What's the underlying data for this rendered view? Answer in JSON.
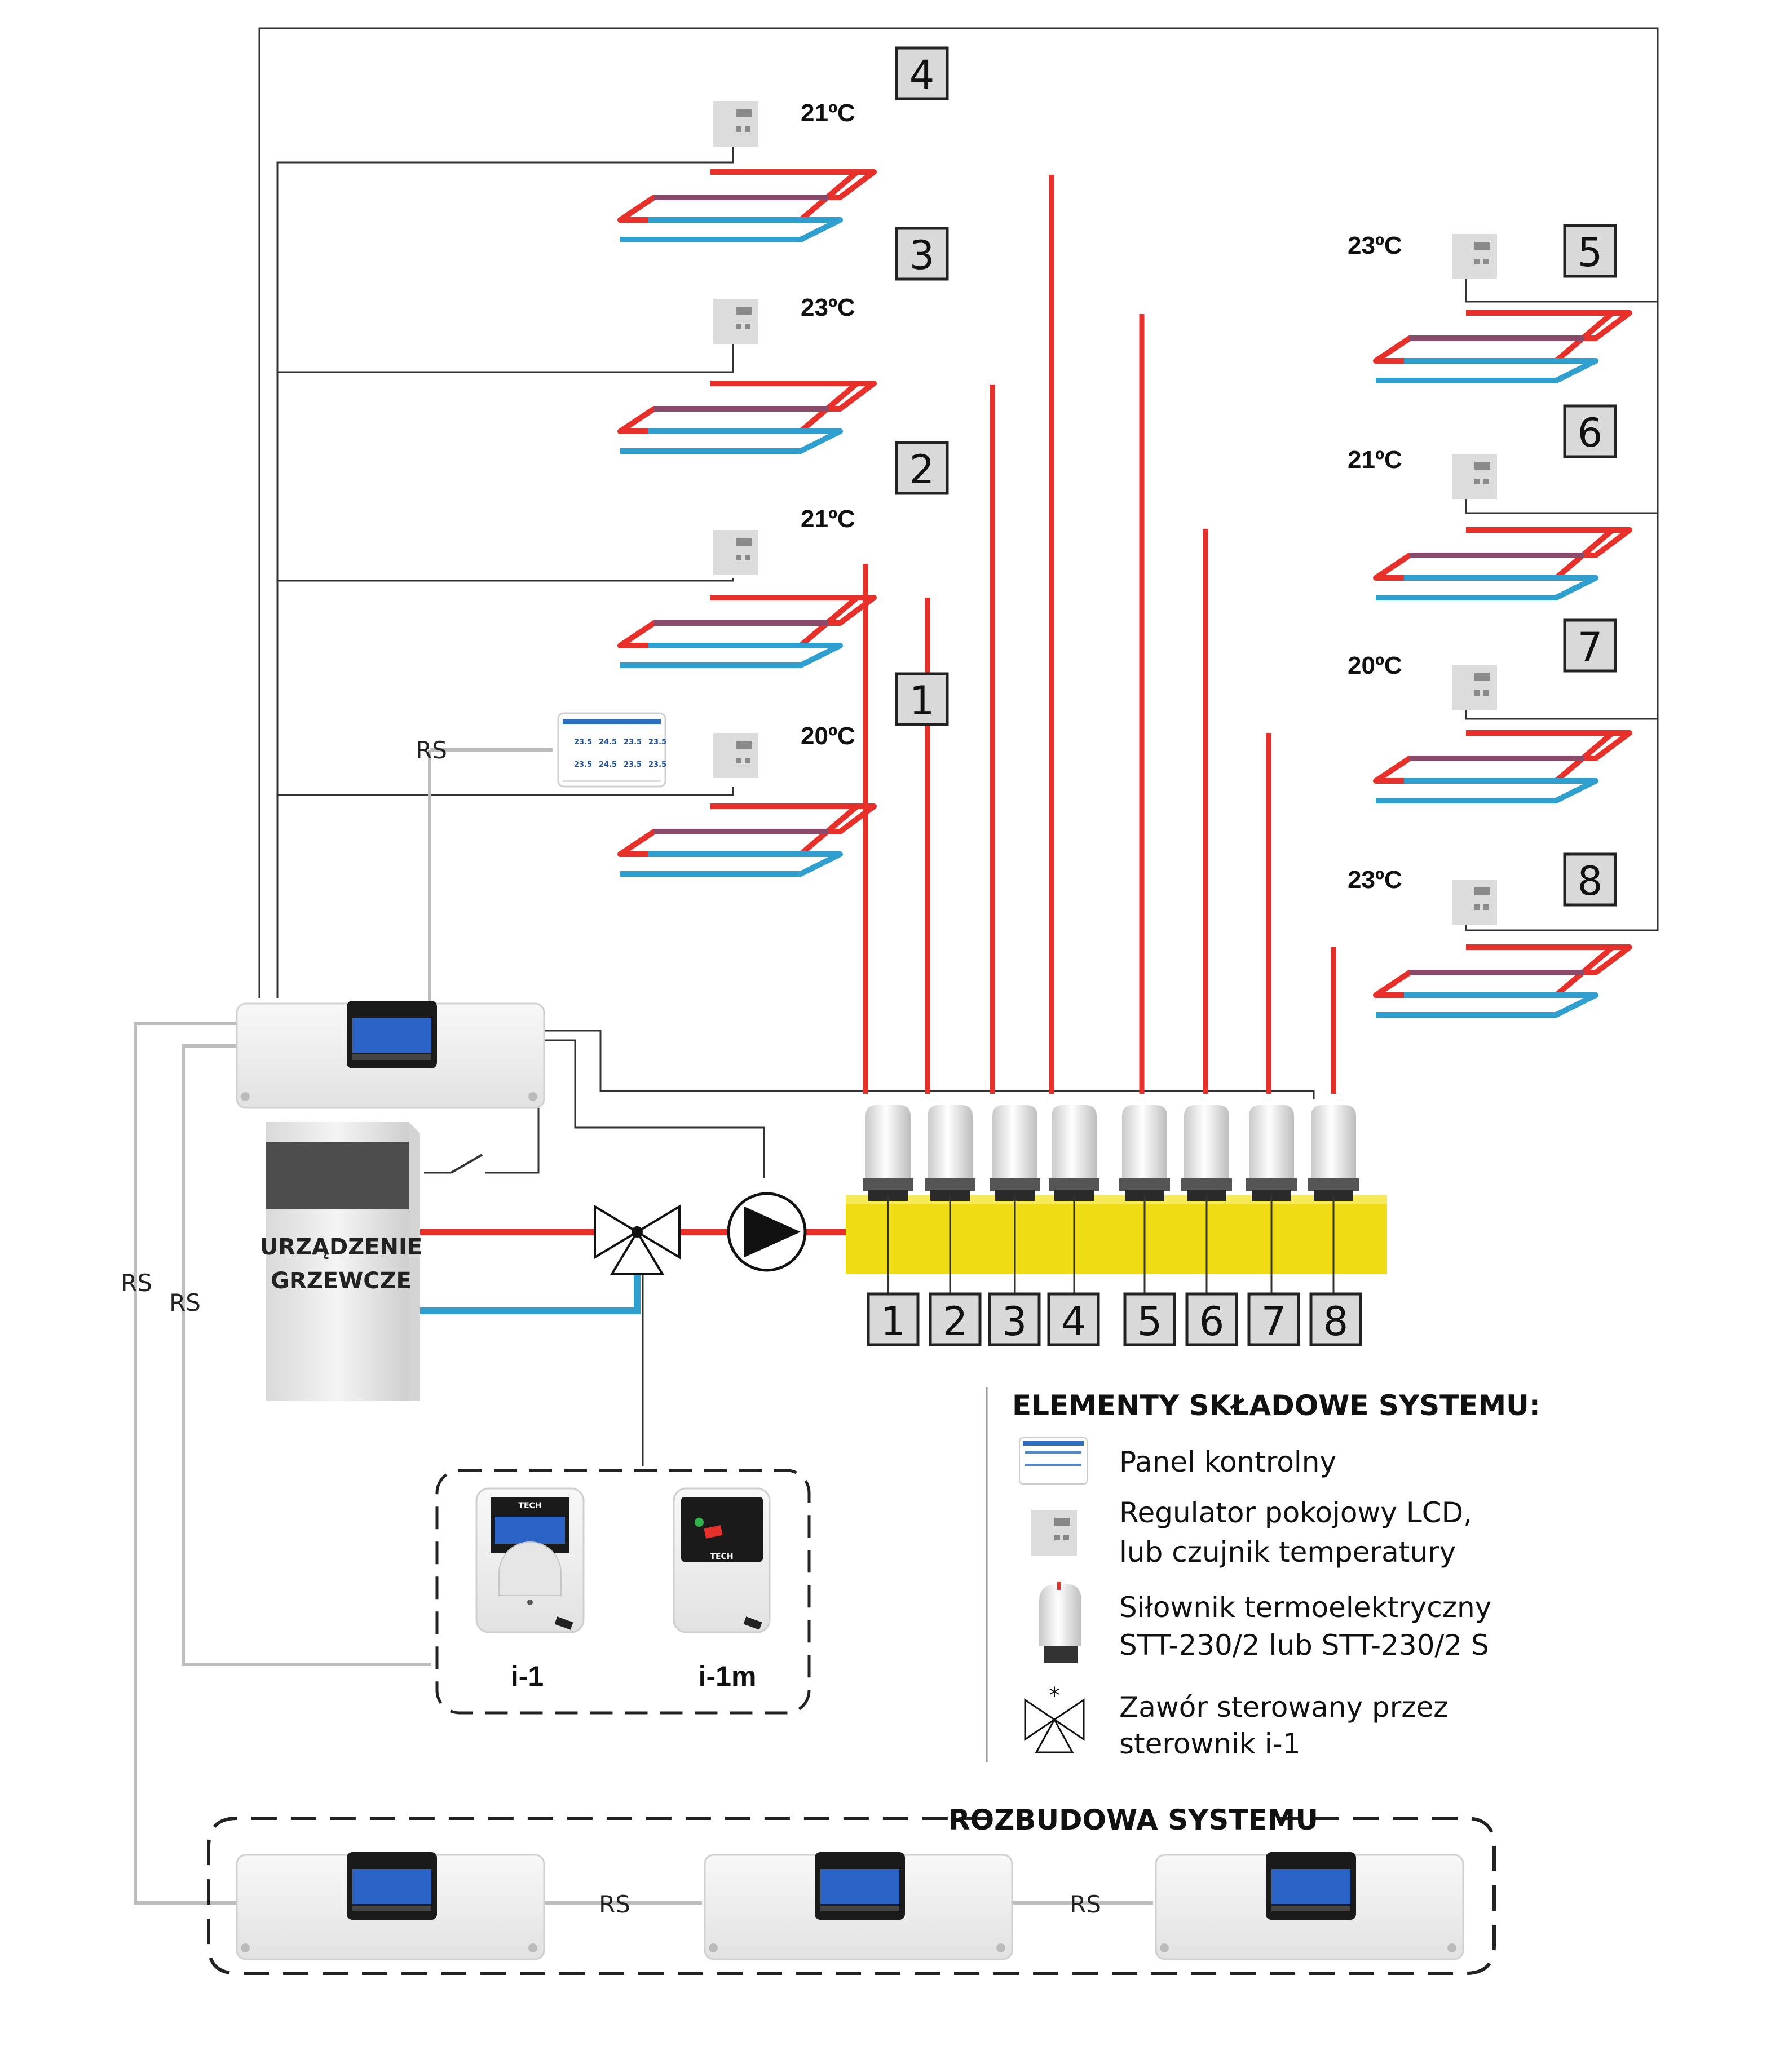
{
  "zones": [
    {
      "number": "1",
      "temp": "20ºC"
    },
    {
      "number": "2",
      "temp": "21ºC"
    },
    {
      "number": "3",
      "temp": "23ºC"
    },
    {
      "number": "4",
      "temp": "21ºC"
    },
    {
      "number": "5",
      "temp": "23ºC"
    },
    {
      "number": "6",
      "temp": "21ºC"
    },
    {
      "number": "7",
      "temp": "20ºC"
    },
    {
      "number": "8",
      "temp": "23ºC"
    }
  ],
  "manifold_labels": [
    "1",
    "2",
    "3",
    "4",
    "5",
    "6",
    "7",
    "8"
  ],
  "heater_label": [
    "URZĄDZENIE",
    "GRZEWCZE"
  ],
  "rs_label": "RS",
  "devices": {
    "i1": "i-1",
    "i1m": "i-1m",
    "brand": "TECH"
  },
  "legend": {
    "title": "ELEMENTY SKŁADOWE SYSTEMU:",
    "items": [
      {
        "icon": "control-panel-icon",
        "lines": [
          "Panel kontrolny"
        ]
      },
      {
        "icon": "room-regulator-icon",
        "lines": [
          "Regulator pokojowy LCD,",
          "lub czujnik temperatury"
        ]
      },
      {
        "icon": "actuator-icon",
        "lines": [
          "Siłownik termoelektryczny",
          "STT-230/2 lub STT-230/2 S"
        ]
      },
      {
        "icon": "mixing-valve-icon",
        "lines": [
          "Zawór sterowany przez",
          "sterownik i-1"
        ]
      }
    ]
  },
  "expansion_title": "ROZBUDOWA SYSTEMU",
  "panel_screen": {
    "values": [
      "23.5",
      "24.5",
      "23.5",
      "23.5",
      "23.5",
      "24.5",
      "23.5",
      "23.5"
    ]
  },
  "colors": {
    "supply": "#e8302a",
    "return": "#2f9fd0",
    "mid": "#8a4b6b",
    "manifold": "#f0dc14",
    "wire": "#333333",
    "rs_wire": "#bdbdbd"
  }
}
